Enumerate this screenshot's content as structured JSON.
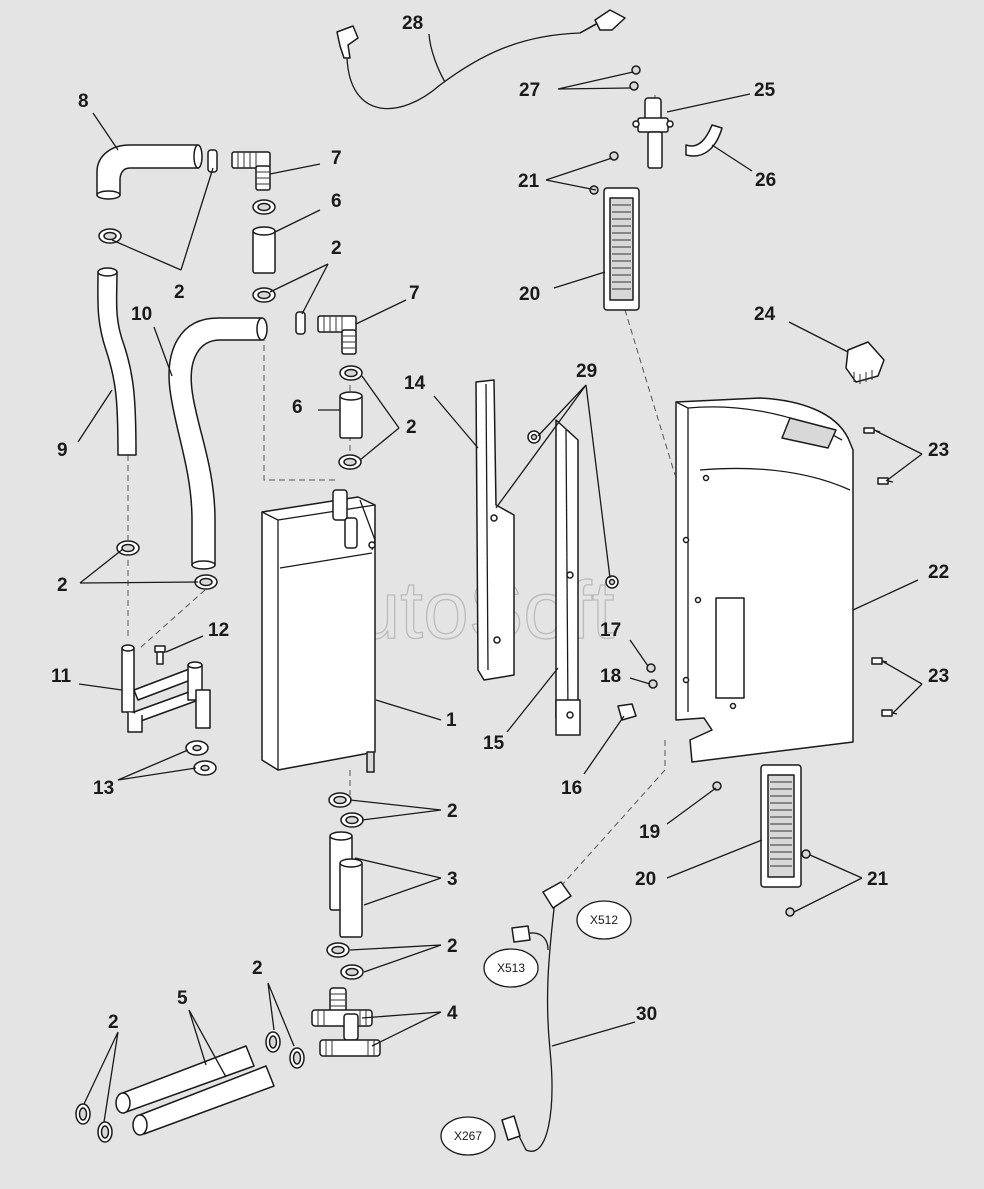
{
  "watermark": "AutoSoft",
  "callouts": [
    {
      "id": "c28",
      "text": "28"
    },
    {
      "id": "c27",
      "text": "27"
    },
    {
      "id": "c25",
      "text": "25"
    },
    {
      "id": "c26",
      "text": "26"
    },
    {
      "id": "c8",
      "text": "8"
    },
    {
      "id": "c7a",
      "text": "7"
    },
    {
      "id": "c6a",
      "text": "6"
    },
    {
      "id": "c2a",
      "text": "2"
    },
    {
      "id": "c2b",
      "text": "2"
    },
    {
      "id": "c7b",
      "text": "7"
    },
    {
      "id": "c21a",
      "text": "21"
    },
    {
      "id": "c20a",
      "text": "20"
    },
    {
      "id": "c24",
      "text": "24"
    },
    {
      "id": "c10",
      "text": "10"
    },
    {
      "id": "c9",
      "text": "9"
    },
    {
      "id": "c14",
      "text": "14"
    },
    {
      "id": "c29",
      "text": "29"
    },
    {
      "id": "c6b",
      "text": "6"
    },
    {
      "id": "c2c",
      "text": "2"
    },
    {
      "id": "c23a",
      "text": "23"
    },
    {
      "id": "c22",
      "text": "22"
    },
    {
      "id": "c2d",
      "text": "2"
    },
    {
      "id": "c17",
      "text": "17"
    },
    {
      "id": "c12",
      "text": "12"
    },
    {
      "id": "c11",
      "text": "11"
    },
    {
      "id": "c18",
      "text": "18"
    },
    {
      "id": "c23b",
      "text": "23"
    },
    {
      "id": "c1",
      "text": "1"
    },
    {
      "id": "c15",
      "text": "15"
    },
    {
      "id": "c13",
      "text": "13"
    },
    {
      "id": "c16",
      "text": "16"
    },
    {
      "id": "c2e",
      "text": "2"
    },
    {
      "id": "c19",
      "text": "19"
    },
    {
      "id": "c3",
      "text": "3"
    },
    {
      "id": "c20b",
      "text": "20"
    },
    {
      "id": "c21b",
      "text": "21"
    },
    {
      "id": "c2f",
      "text": "2"
    },
    {
      "id": "c2g",
      "text": "2"
    },
    {
      "id": "c5",
      "text": "5"
    },
    {
      "id": "c4",
      "text": "4"
    },
    {
      "id": "c2h",
      "text": "2"
    },
    {
      "id": "c30",
      "text": "30"
    }
  ],
  "connectors": [
    {
      "id": "x512",
      "text": "X512"
    },
    {
      "id": "x513",
      "text": "X513"
    },
    {
      "id": "x267",
      "text": "X267"
    }
  ]
}
